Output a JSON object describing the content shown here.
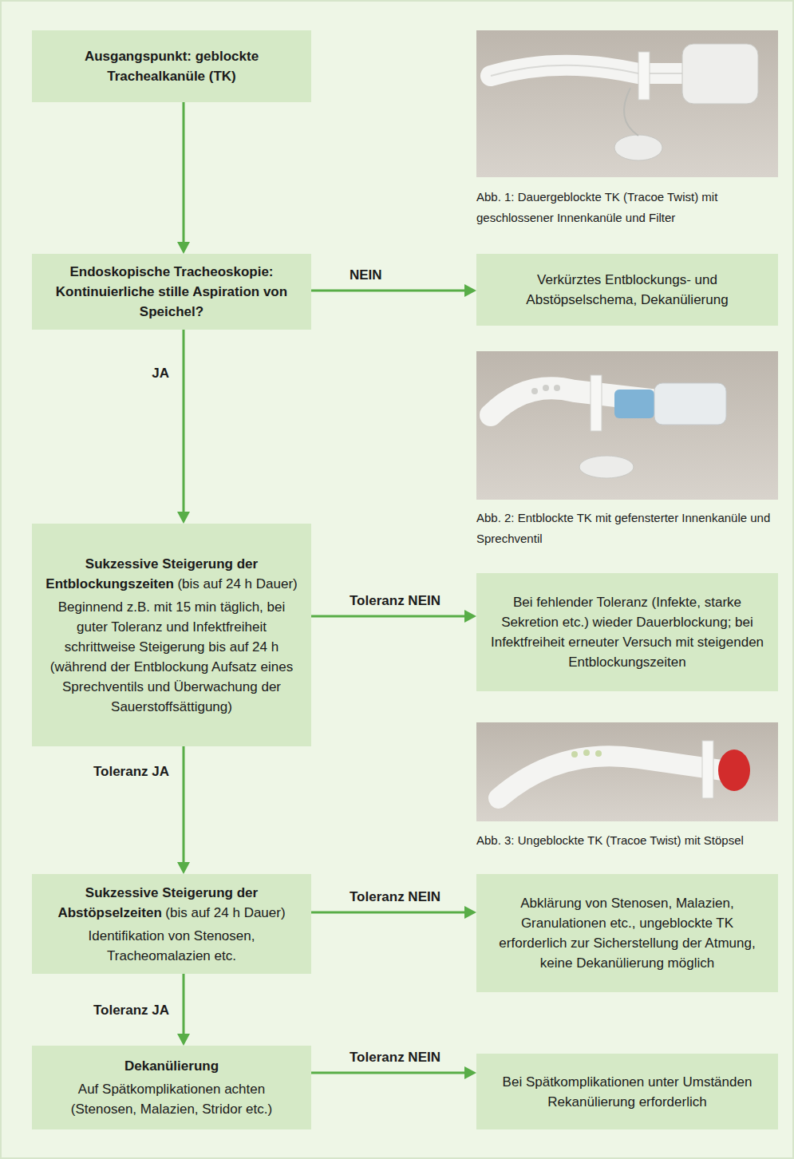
{
  "diagram": {
    "nodes": [
      {
        "text": [
          "Ausgangspunkt: geblockte Trachealkanüle (TK)"
        ]
      },
      {
        "text": [
          "Endoskopische Tracheoskopie: Kontinuierliche stille Aspiration von Speichel?"
        ]
      },
      {
        "text": [
          "Verkürztes Entblockungs- und Abstöpselschema, Dekanülierung"
        ]
      },
      {
        "text": [
          "Sukzessive Steigerung der Entblockungszeiten",
          "(bis auf 24 h Dauer)",
          "Beginnend z.B. mit 15 min täglich, bei guter Toleranz und Infektfreiheit schrittweise Steigerung bis auf 24 h (während der Entblockung Aufsatz eines Sprechventils und Überwachung der Sauerstoffsättigung)"
        ]
      },
      {
        "text": [
          "Bei fehlender Toleranz (Infekte, starke Sekretion etc.) wieder Dauerblockung; bei Infektfreiheit erneuter Versuch mit steigenden Entblockungszeiten"
        ]
      },
      {
        "text": [
          "Sukzessive Steigerung der Abstöpselzeiten",
          "(bis auf 24 h Dauer)",
          "Identifikation von Stenosen, Tracheomalazien etc."
        ]
      },
      {
        "text": [
          "Abklärung von Stenosen, Malazien, Granulationen etc., ungeblockte TK erforderlich zur Sicherstellung der Atmung, keine Dekanülierung möglich"
        ]
      },
      {
        "text": [
          "Dekanülierung",
          "Auf Spätkomplikationen achten (Stenosen, Malazien, Stridor etc.)"
        ]
      },
      {
        "text": [
          "Bei Spätkomplikationen unter Umständen Rekanülierung erforderlich"
        ]
      }
    ],
    "edges": [
      {
        "from": 0,
        "to": 1,
        "arrow": "to"
      },
      {
        "from": 1,
        "to": 2,
        "label": "NEIN",
        "arrow": "to"
      },
      {
        "from": 1,
        "to": 3,
        "label": "JA",
        "arrow": "to"
      },
      {
        "from": 3,
        "to": 4,
        "label": "Toleranz NEIN",
        "arrow": "to"
      },
      {
        "from": 3,
        "to": 5,
        "label": "Toleranz JA",
        "arrow": "to"
      },
      {
        "from": 5,
        "to": 6,
        "label": "Toleranz NEIN",
        "arrow": "to"
      },
      {
        "from": 5,
        "to": 7,
        "label": "Toleranz JA",
        "arrow": "to"
      },
      {
        "from": 7,
        "to": 8,
        "label": "Toleranz NEIN",
        "arrow": "to"
      }
    ],
    "labels": [
      "Abb. 1: Dauergeblockte TK (Tracoe Twist) mit geschlossener Innenkanüle und Filter",
      "Abb. 2: Entblockte TK mit gefensterter Innenkanüle und Sprechventil",
      "Abb. 3: Ungeblockte TK (Tracoe Twist) mit Stöpsel"
    ]
  }
}
